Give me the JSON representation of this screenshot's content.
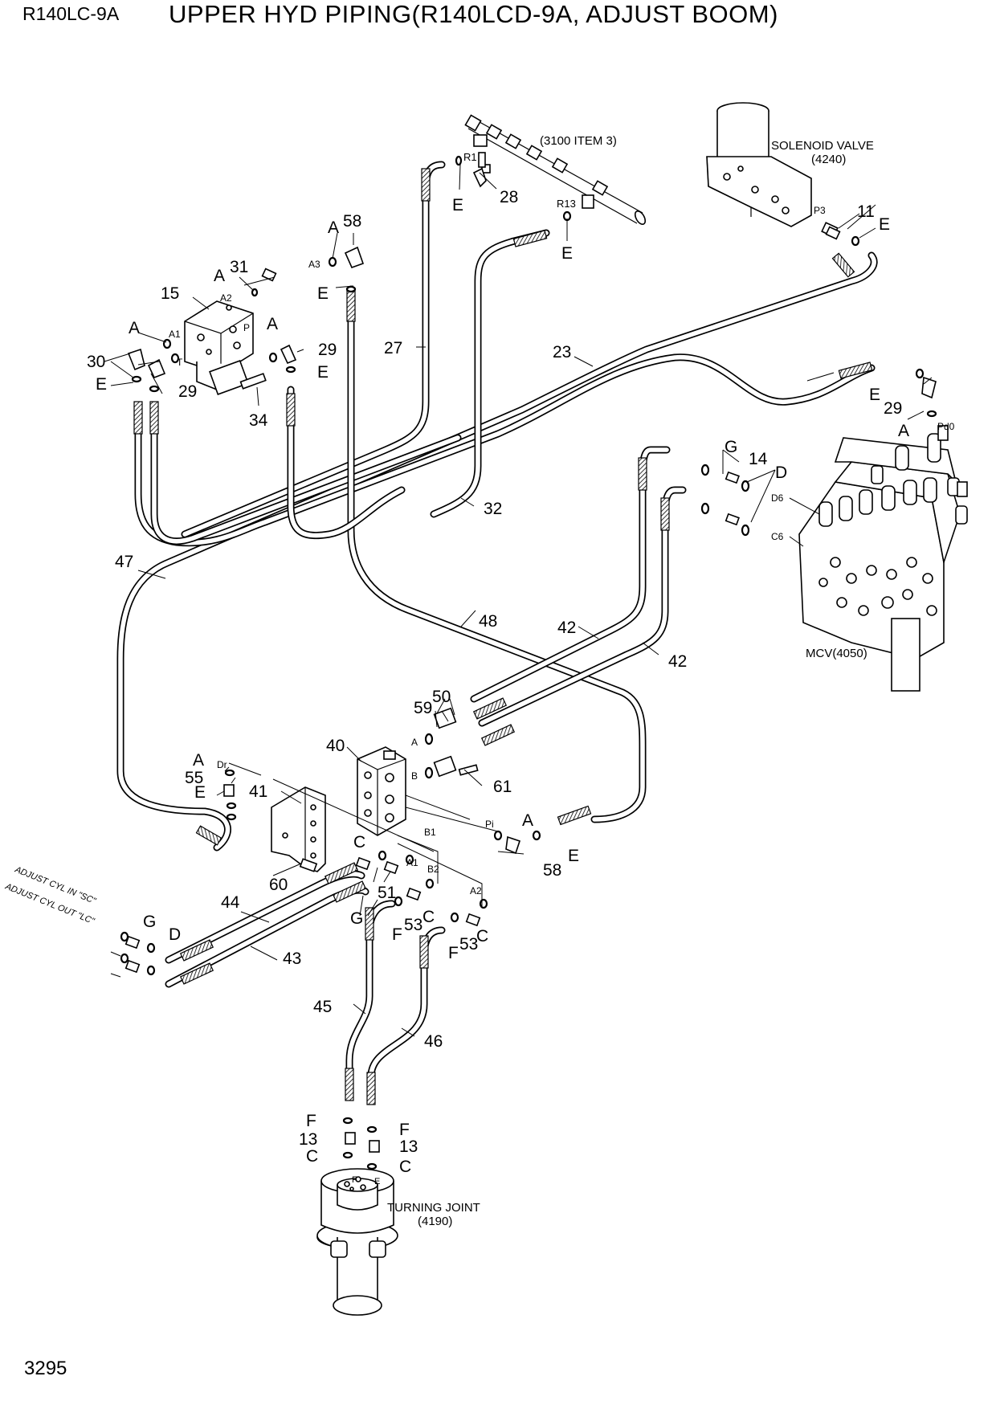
{
  "header": {
    "model": "R140LC-9A",
    "title": "UPPER HYD PIPING(R140LCD-9A, ADJUST BOOM)"
  },
  "footer": {
    "page_number": "3295"
  },
  "components": {
    "solenoid_valve": "SOLENOID VALVE",
    "solenoid_valve_ref": "(4240)",
    "mcv": "MCV(4050)",
    "turning_joint": "TURNING JOINT",
    "turning_joint_ref": "(4190)",
    "item_ref": "(3100 ITEM 3)",
    "adjust_cyl_in": "ADJUST CYL IN \"SC\"",
    "adjust_cyl_out": "ADJUST CYL OUT \"LC\""
  },
  "ports": {
    "r1": "R1",
    "r13": "R13",
    "p3": "P3",
    "pd0": "Pd0",
    "d6": "D6",
    "c6": "C6",
    "a3": "A3",
    "a2": "A2",
    "a1": "A1",
    "t": "T",
    "p": "P",
    "dr": "Dr",
    "pi": "Pi",
    "a": "A",
    "b": "B",
    "b1": "B1",
    "a1b": "A1",
    "b2": "B2",
    "a2b": "A2",
    "f": "F",
    "e": "E"
  },
  "callouts": {
    "c28": "28",
    "c11": "11",
    "c58a": "58",
    "c31": "31",
    "c15": "15",
    "c29a": "29",
    "c30": "30",
    "c29b": "29",
    "c34": "34",
    "c27": "27",
    "c23": "23",
    "c29c": "29",
    "c14": "14",
    "c32": "32",
    "c47": "47",
    "c48": "48",
    "c42a": "42",
    "c42b": "42",
    "c59": "59",
    "c50": "50",
    "c40": "40",
    "c61": "61",
    "c55": "55",
    "c41": "41",
    "c58b": "58",
    "c60": "60",
    "c51": "51",
    "c44": "44",
    "c43": "43",
    "c53a": "53",
    "c53b": "53",
    "c45": "45",
    "c46": "46",
    "c13a": "13",
    "c13b": "13"
  },
  "letters": {
    "E1": "E",
    "E2": "E",
    "E3": "E",
    "E4": "E",
    "E5": "E",
    "E6": "E",
    "E7": "E",
    "E8": "E",
    "E9": "E",
    "E10": "E",
    "A1": "A",
    "A2": "A",
    "A3": "A",
    "A4": "A",
    "A5": "A",
    "A6": "A",
    "A7": "A",
    "G1": "G",
    "G2": "G",
    "G3": "G",
    "D1": "D",
    "D2": "D",
    "C1": "C",
    "C2": "C",
    "C3": "C",
    "C4": "C",
    "C5": "C",
    "F1": "F",
    "F2": "F",
    "F3": "F",
    "F4": "F"
  }
}
